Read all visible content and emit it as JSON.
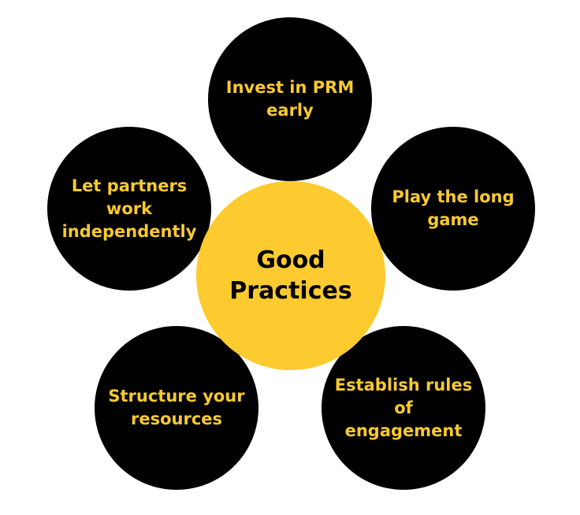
{
  "center": {
    "label": "Good\nPractices"
  },
  "nodes": {
    "top": {
      "label": "Invest in PRM\nearly"
    },
    "right": {
      "label": "Play the long\ngame"
    },
    "left": {
      "label": "Let partners\nwork\nindependently"
    },
    "botleft": {
      "label": "Structure your\nresources"
    },
    "botright": {
      "label": "Establish rules\nof\nengagement"
    }
  },
  "colors": {
    "center_fill": "#fdca2f",
    "outer_fill": "#000000",
    "outer_text": "#f9c92f",
    "center_text": "#000000"
  }
}
